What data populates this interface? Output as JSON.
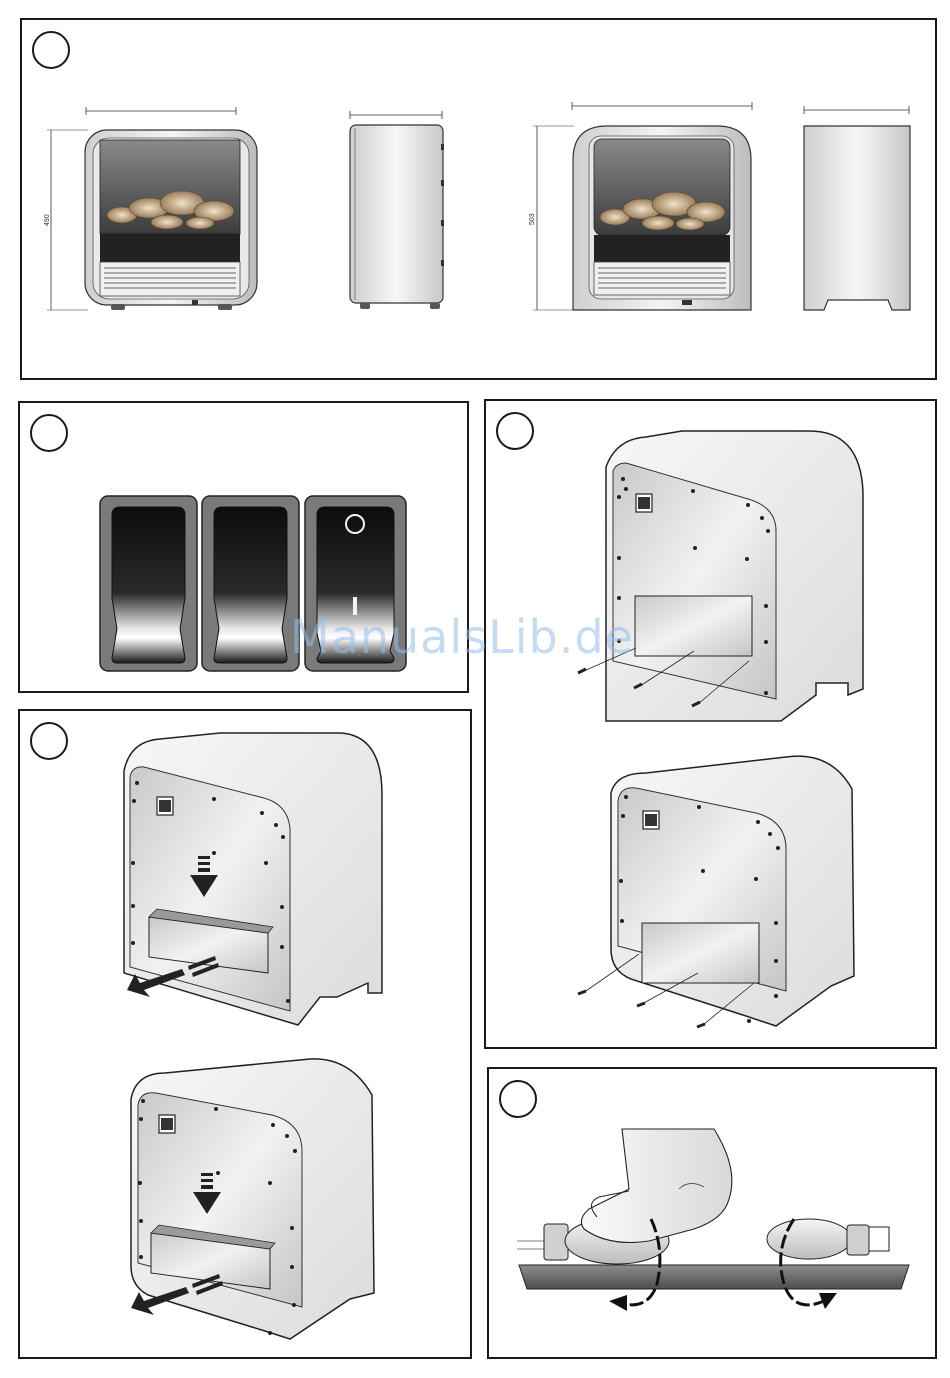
{
  "figures": {
    "dimensions": {
      "small_height": "490",
      "large_height": "503"
    },
    "switches": {
      "off_symbol": "O",
      "on_symbol": "I"
    }
  },
  "watermark": {
    "text": "ManualsLib.de"
  }
}
